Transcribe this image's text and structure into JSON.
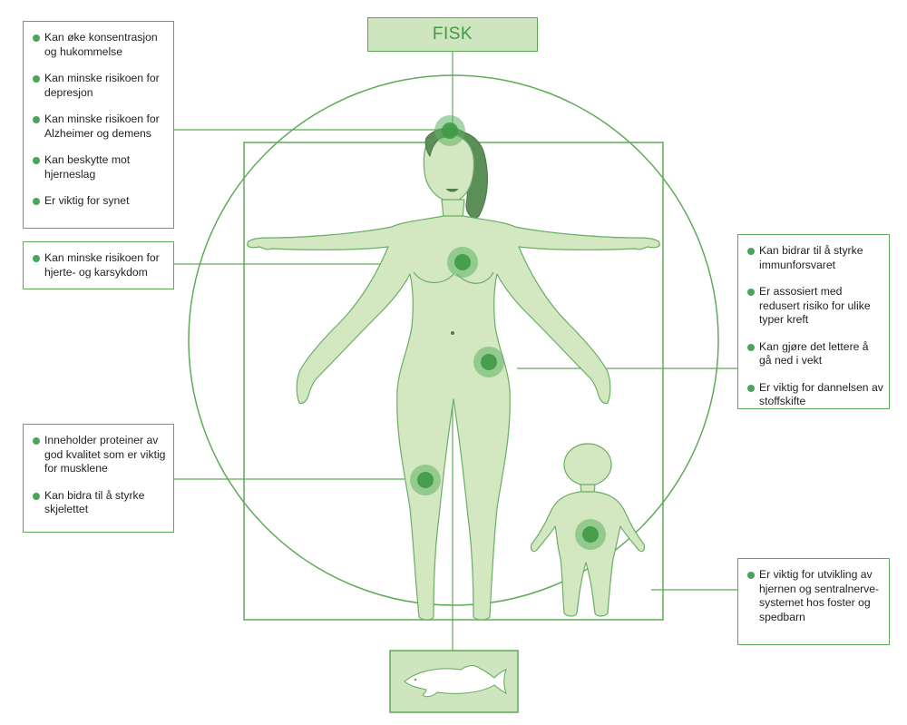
{
  "title": "FISK",
  "colors": {
    "accent": "#3f9a47",
    "line": "#5faa58",
    "body_fill": "#d3e7c1",
    "hair": "#5c8f57",
    "marker": "#4aa45a"
  },
  "boxes": [
    {
      "id": "head",
      "items": [
        "Kan øke konsentrasjon og hukommelse",
        "Kan minske risikoen for depresjon",
        "Kan minske risikoen for Alzheimer og demens",
        "Kan beskytte mot hjerneslag",
        "Er viktig for synet"
      ]
    },
    {
      "id": "heart",
      "items": [
        "Kan minske risikoen for hjerte- og karsykdom"
      ]
    },
    {
      "id": "muscle",
      "items": [
        "Inneholder proteiner av god kvalitet som er viktig for musklene",
        "Kan bidra til å styrke skjelettet"
      ]
    },
    {
      "id": "immune",
      "items": [
        "Kan bidrar til å styrke immunforsvaret",
        "Er assosiert med redusert risiko for ulike typer kreft",
        "Kan gjøre det lettere å gå ned i vekt",
        "Er viktig for dannelsen av stoffskifte"
      ]
    },
    {
      "id": "child",
      "items": [
        "Er viktig for utvikling av hjernen og sentralnerve-systemet hos foster og spedbarn"
      ]
    }
  ],
  "icons": [
    "fish-icon"
  ]
}
